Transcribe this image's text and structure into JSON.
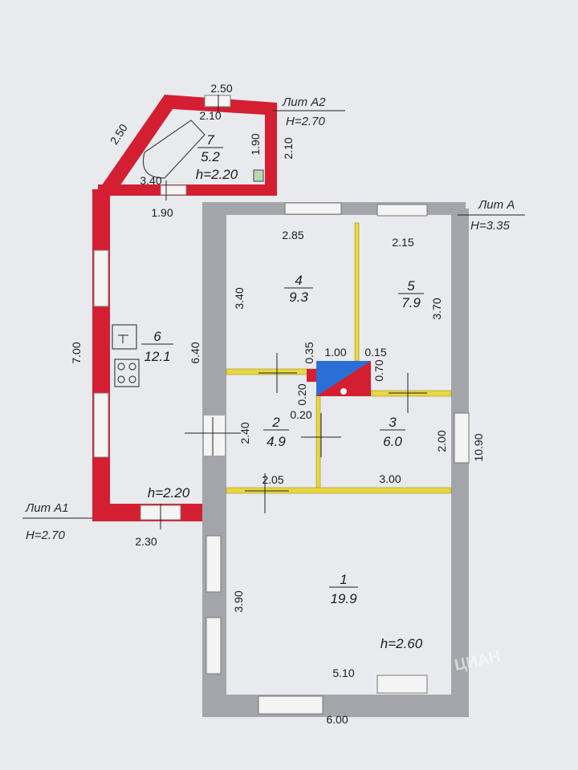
{
  "annex_a2": {
    "lit": "Лит А2",
    "height": "H=2.70"
  },
  "main_lit": {
    "lit": "Лит А",
    "height": "H=3.35"
  },
  "annex_a1": {
    "lit": "Лит А1",
    "height": "H=2.70"
  },
  "rooms": [
    {
      "num": "7",
      "area": "5.2"
    },
    {
      "num": "4",
      "area": "9.3"
    },
    {
      "num": "5",
      "area": "7.9"
    },
    {
      "num": "6",
      "area": "12.1"
    },
    {
      "num": "2",
      "area": "4.9"
    },
    {
      "num": "3",
      "area": "6.0"
    },
    {
      "num": "1",
      "area": "19.9"
    }
  ],
  "heights": {
    "room7": "h=2.20",
    "room6": "h=2.20",
    "room1": "h=2.60"
  },
  "dimensions": {
    "a2_top": "2.50",
    "a2_inner_top": "2.10",
    "a2_diag": "2.50",
    "a2_right_out": "2.10",
    "a2_right_in": "1.90",
    "a2_bottom": "3.40",
    "room6_top": "1.90",
    "room6_height": "6.40",
    "a1_left": "7.00",
    "a1_bottom": "2.30",
    "room4_width": "2.85",
    "room4_height": "3.40",
    "room5_width": "2.15",
    "room5_height": "3.70",
    "stove_width": "1.00",
    "stove_right": "0.15",
    "stove_top": "0.35",
    "stove_side": "0.70",
    "stove_left": "0.20",
    "stove_bottom": "0.20",
    "room2_height": "2.40",
    "room2_width": "2.05",
    "room3_width": "3.00",
    "room3_height": "2.00",
    "total_depth": "10.90",
    "room1_height": "3.90",
    "room1_width": "5.10",
    "total_width": "6.00"
  },
  "watermark": "ЦИАН",
  "colors": {
    "wall_main": "#a4a5aa",
    "wall_annex": "#d41f32",
    "partition": "#e9d73e",
    "stove": "#2a6fd6"
  }
}
